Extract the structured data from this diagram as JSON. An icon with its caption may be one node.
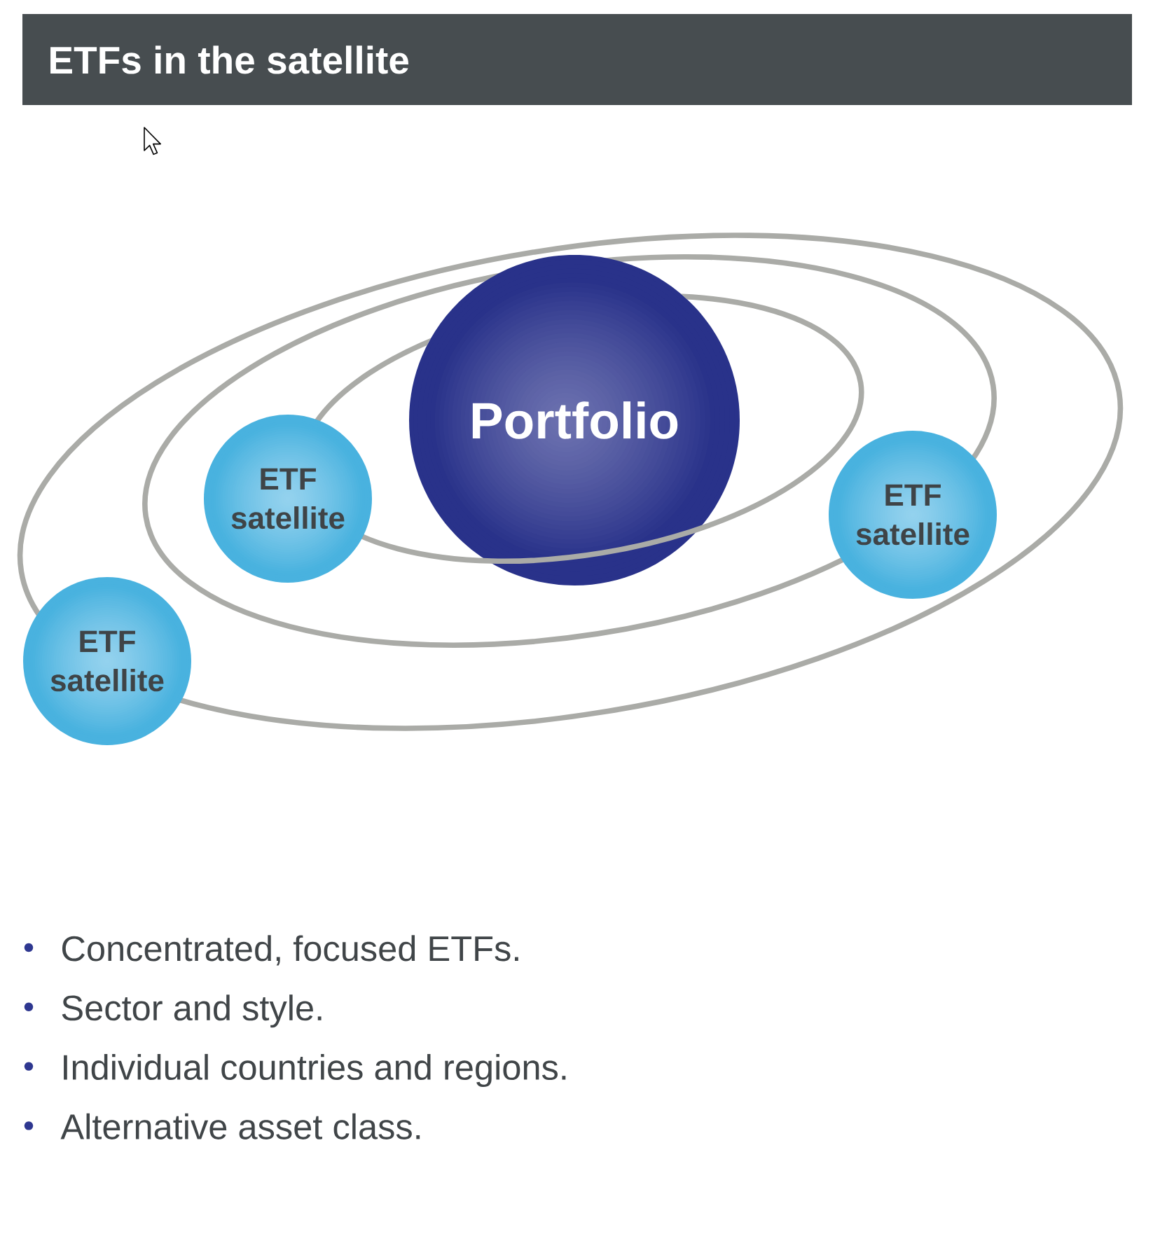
{
  "diagram": {
    "title": "ETFs in the satellite",
    "nodes": [
      {
        "text": [
          "Portfolio"
        ]
      },
      {
        "text": [
          "ETF satellite"
        ]
      },
      {
        "text": [
          "ETF satellite"
        ]
      },
      {
        "text": [
          "ETF satellite"
        ]
      }
    ],
    "labels": [
      "Concentrated, focused ETFs.",
      "Sector and style.",
      "Individual countries and regions.",
      "Alternative asset class."
    ]
  }
}
